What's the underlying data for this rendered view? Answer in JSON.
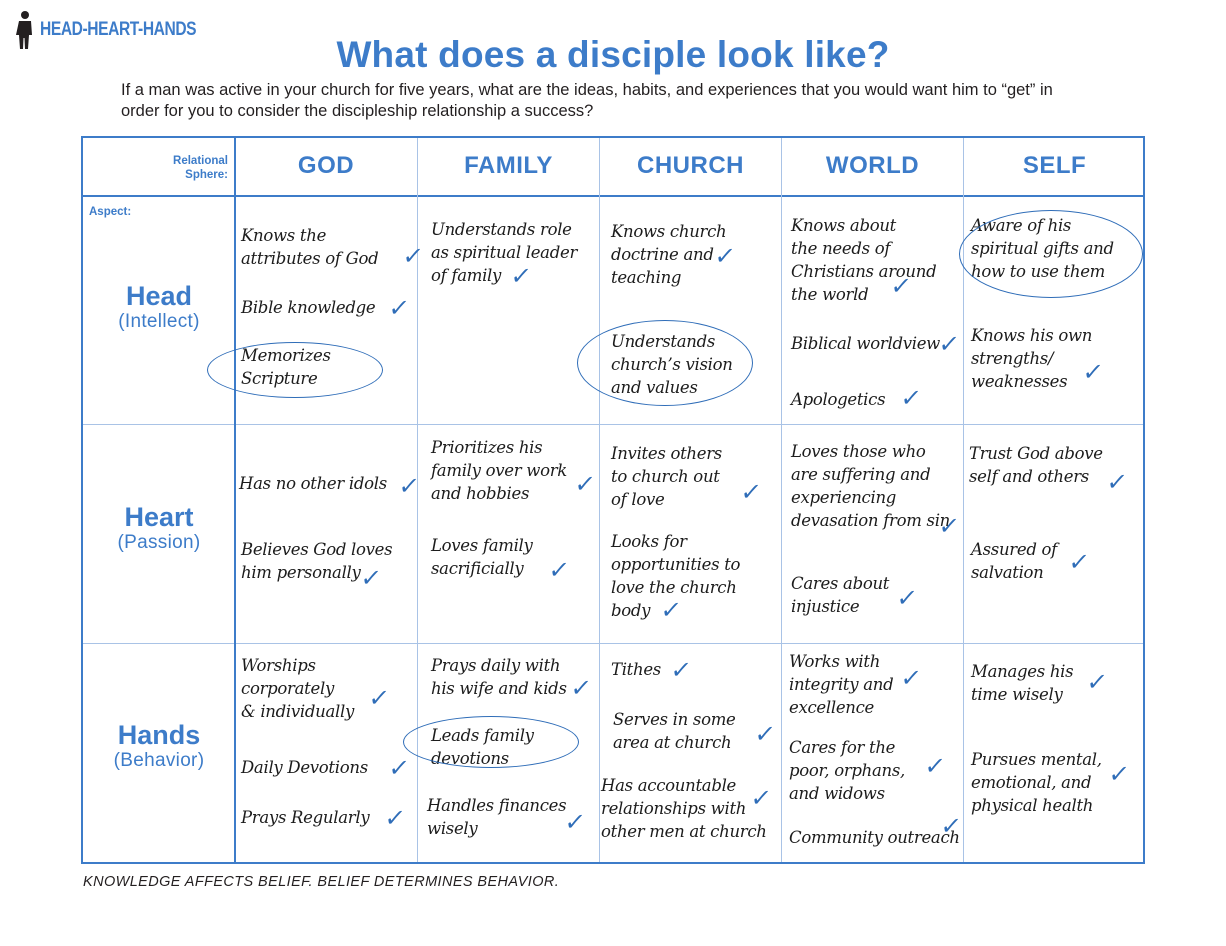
{
  "brand": {
    "name": "HEAD-HEART-HANDS",
    "icon": "person-silhouette-icon",
    "color": "#3d7cc9"
  },
  "title": "What does a disciple look like?",
  "subtitle": "If a man was active in your church for five years, what are the ideas, habits, and experiences that you would want him to “get” in order for you to consider the discipleship relationship a success?",
  "grid": {
    "sphere_label": "Relational Sphere:",
    "aspect_label": "Aspect:",
    "columns": [
      "GOD",
      "FAMILY",
      "CHURCH",
      "WORLD",
      "SELF"
    ],
    "rows": [
      {
        "name": "Head",
        "sub": "(Intellect)"
      },
      {
        "name": "Heart",
        "sub": "(Passion)"
      },
      {
        "name": "Hands",
        "sub": "(Behavior)"
      }
    ],
    "cells": {
      "head_god": [
        "Knows the\nattributes of God",
        "Bible knowledge",
        "Memorizes\nScripture"
      ],
      "head_family": [
        "Understands role\nas spiritual leader\nof family"
      ],
      "head_church": [
        "Knows church\ndoctrine and\nteaching",
        "Understands\nchurch’s vision\nand values"
      ],
      "head_world": [
        "Knows about\nthe needs of\nChristians around\nthe world",
        "Biblical worldview",
        "Apologetics"
      ],
      "head_self": [
        "Aware of his\nspiritual gifts and\nhow to use them",
        "Knows his own\nstrengths/\nweaknesses"
      ],
      "heart_god": [
        "Has no other idols",
        "Believes God loves\nhim personally"
      ],
      "heart_family": [
        "Prioritizes his\nfamily over work\nand hobbies",
        "Loves family\nsacrificially"
      ],
      "heart_church": [
        "Invites others\nto church out\nof love",
        "Looks for\nopportunities to\nlove the church\nbody"
      ],
      "heart_world": [
        "Loves those who\nare suffering and\nexperiencing\ndevasation from sin",
        "Cares about\ninjustice"
      ],
      "heart_self": [
        "Trust God above\nself and others",
        "Assured of\nsalvation"
      ],
      "hands_god": [
        "Worships\ncorporately\n& individually",
        "Daily Devotions",
        "Prays Regularly"
      ],
      "hands_family": [
        "Prays daily with\nhis wife and kids",
        "Leads family\ndevotions",
        "Handles finances\nwisely"
      ],
      "hands_church": [
        "Tithes",
        "Serves in some\narea at church",
        "Has accountable\nrelationships with\nother men at church"
      ],
      "hands_world": [
        "Works with\nintegrity and\nexcellence",
        "Cares for the\npoor, orphans,\nand widows",
        "Community outreach"
      ],
      "hands_self": [
        "Manages his\ntime wisely",
        "Pursues mental,\nemotional, and\nphysical health"
      ]
    }
  },
  "check_mark": "✓",
  "accent_color": "#3d7cc9",
  "footer": "KNOWLEDGE AFFECTS BELIEF. BELIEF DETERMINES BEHAVIOR."
}
